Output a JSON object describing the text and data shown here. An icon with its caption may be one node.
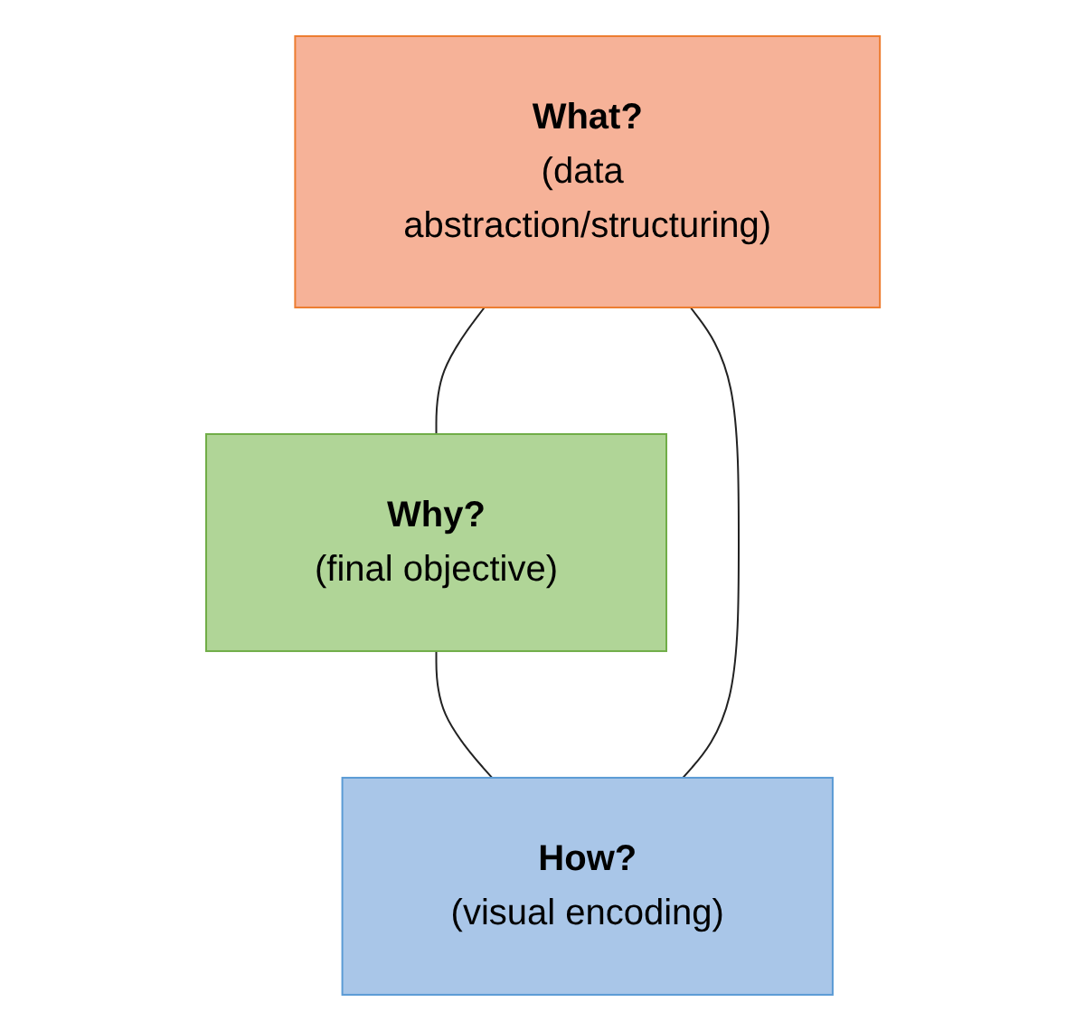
{
  "diagram": {
    "nodes": [
      {
        "text": [
          "What?",
          "(data abstraction/structuring)"
        ]
      },
      {
        "text": [
          "Why?",
          "(final objective)"
        ]
      },
      {
        "text": [
          "How?",
          "(visual encoding)"
        ]
      }
    ],
    "edges": [
      {
        "from": 0,
        "to": 1,
        "arrow": "none"
      },
      {
        "from": 1,
        "to": 2,
        "arrow": "none"
      },
      {
        "from": 0,
        "to": 2,
        "arrow": "none"
      }
    ]
  }
}
